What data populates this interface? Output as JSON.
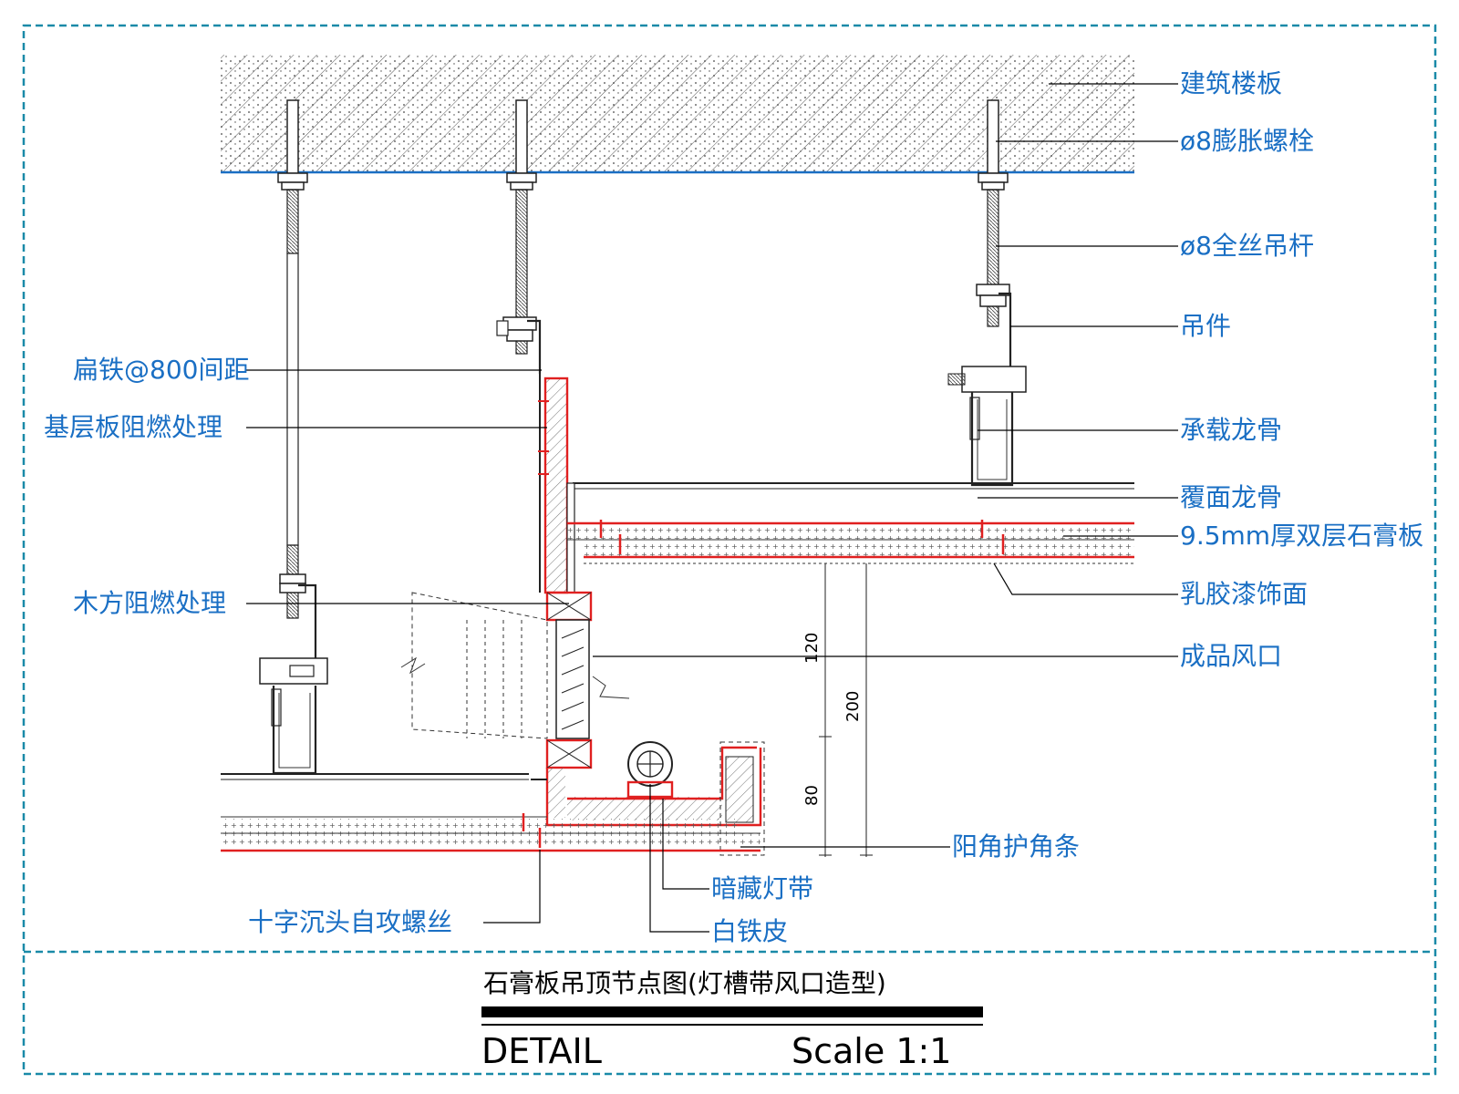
{
  "labels": {
    "slab": "建筑楼板",
    "anchor_bolt": "ø8膨胀螺栓",
    "hanger_rod": "ø8全丝吊杆",
    "hanger": "吊件",
    "main_runner": "承载龙骨",
    "cover_runner": "覆面龙骨",
    "gypsum_board": "9.5mm厚双层石膏板",
    "latex_paint": "乳胶漆饰面",
    "air_vent": "成品风口",
    "flat_iron": "扁铁@800间距",
    "base_board": "基层板阻燃处理",
    "wood_square": "木方阻燃处理",
    "corner_bead": "阳角护角条",
    "hidden_light": "暗藏灯带",
    "tin_sheet": "白铁皮",
    "screw": "十字沉头自攻螺丝"
  },
  "dimensions": {
    "d120": "120",
    "d200": "200",
    "d80": "80"
  },
  "title_block": {
    "title": "石膏板吊顶节点图(灯槽带风口造型)",
    "detail": "DETAIL",
    "scale": "Scale 1:1"
  }
}
